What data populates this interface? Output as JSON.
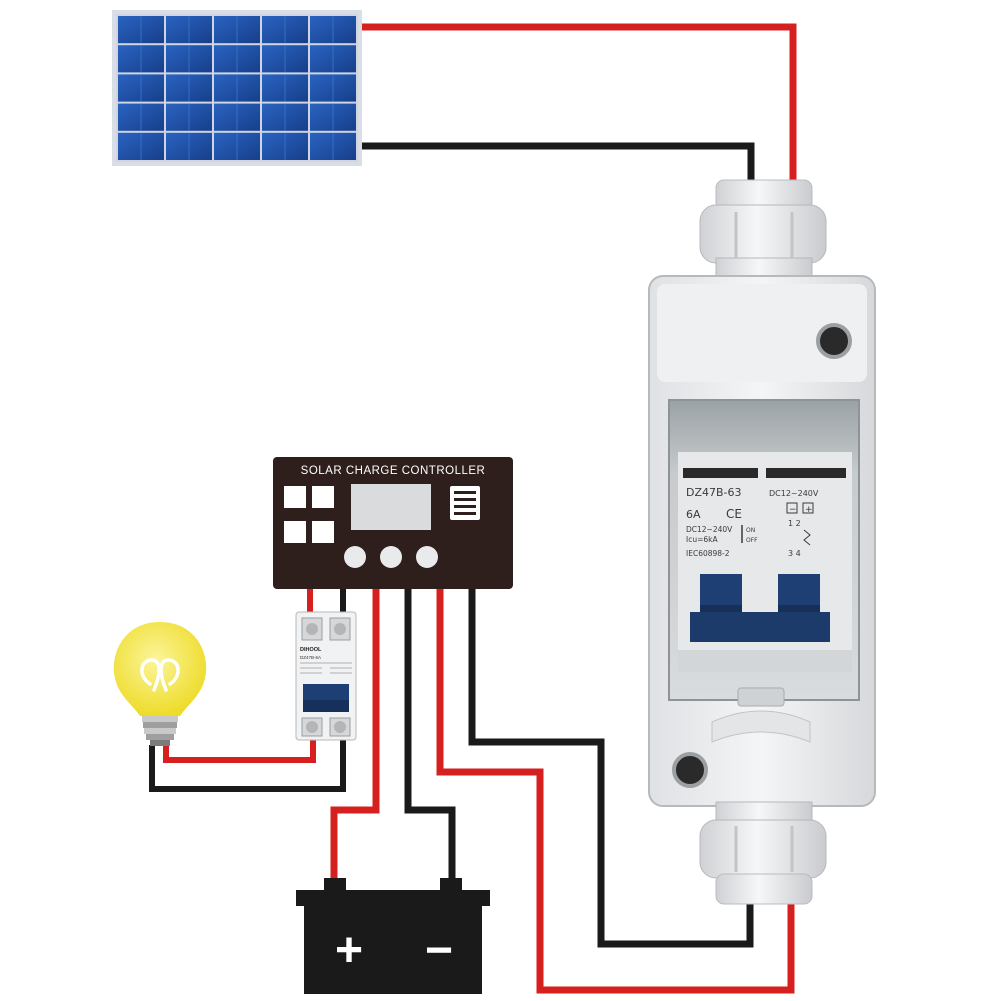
{
  "controller": {
    "title": "SOLAR CHARGE CONTROLLER"
  },
  "load_breaker": {
    "brand": "DIHOOL",
    "model": "DZ47B-6A"
  },
  "enclosure_breaker": {
    "model": "DZ47B-63",
    "voltage_range": "DC12~240V",
    "rating": "6A",
    "ce_mark": "CE",
    "rated_voltage": "DC12~240V",
    "current": "Icu=6kA",
    "on_label": "ON",
    "off_label": "OFF",
    "standard": "IEC60898-2",
    "terminals_top": "1  2",
    "terminals_bottom": "3  4",
    "minus_symbol": "−",
    "plus_symbol": "+"
  },
  "battery": {
    "plus_symbol": "+",
    "minus_symbol": "−"
  },
  "colors": {
    "positive_wire": "#d6201f",
    "negative_wire": "#1a1a1a",
    "controller_body": "#2e1f1c",
    "solar_panel_cell": "#1f4fa3",
    "breaker_handle": "#1e3f73",
    "bulb": "#f3e84a",
    "enclosure": "#e9eaec"
  },
  "icons": {
    "solar_panel": "solar-panel-icon",
    "bulb": "light-bulb-icon",
    "battery": "battery-icon",
    "menu": "menu-lines-icon"
  }
}
